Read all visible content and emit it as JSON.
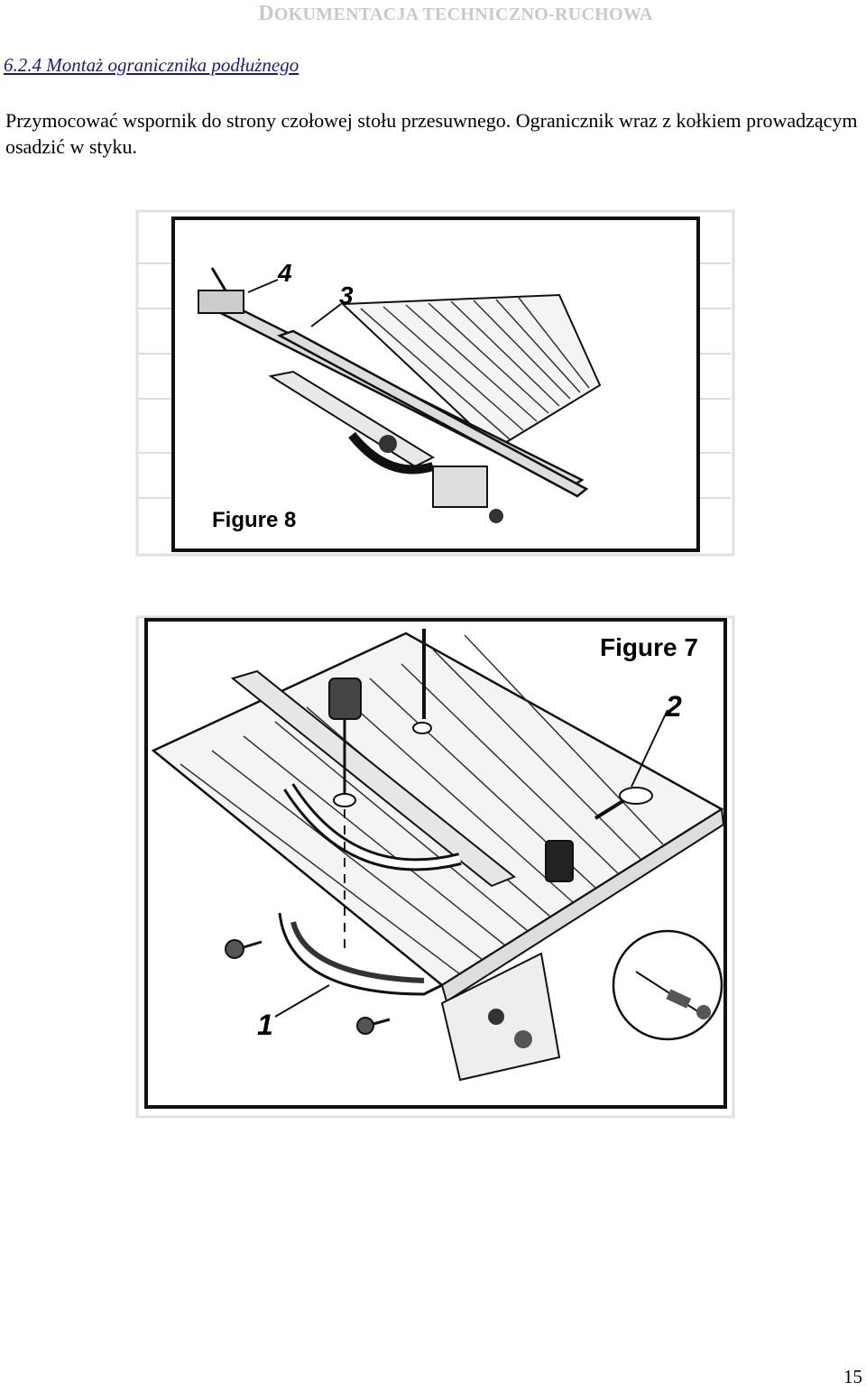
{
  "header": {
    "title_first_letter": "D",
    "title_rest": "OKUMENTACJA TECHNICZNO-RUCHOWA"
  },
  "section": {
    "title": "6.2.4 Montaż ogranicznika podłużnego"
  },
  "body": {
    "paragraph": "Przymocować wspornik do strony czołowej stołu przesuwnego. Ogranicznik wraz z kołkiem prowadzącym osadzić w styku."
  },
  "figure8": {
    "caption": "Figure 8",
    "callouts": [
      "4",
      "3"
    ]
  },
  "figure7": {
    "caption": "Figure 7",
    "callouts": [
      "2",
      "1"
    ]
  },
  "footer": {
    "page_number": "15"
  }
}
